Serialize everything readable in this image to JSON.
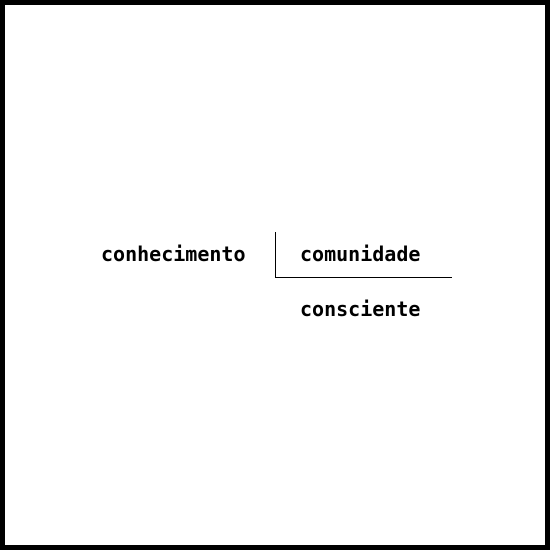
{
  "words": {
    "left": "conhecimento",
    "top_right": "comunidade",
    "bottom_right": "consciente"
  },
  "colors": {
    "text": "#000000",
    "border": "#000000",
    "background": "#ffffff"
  }
}
